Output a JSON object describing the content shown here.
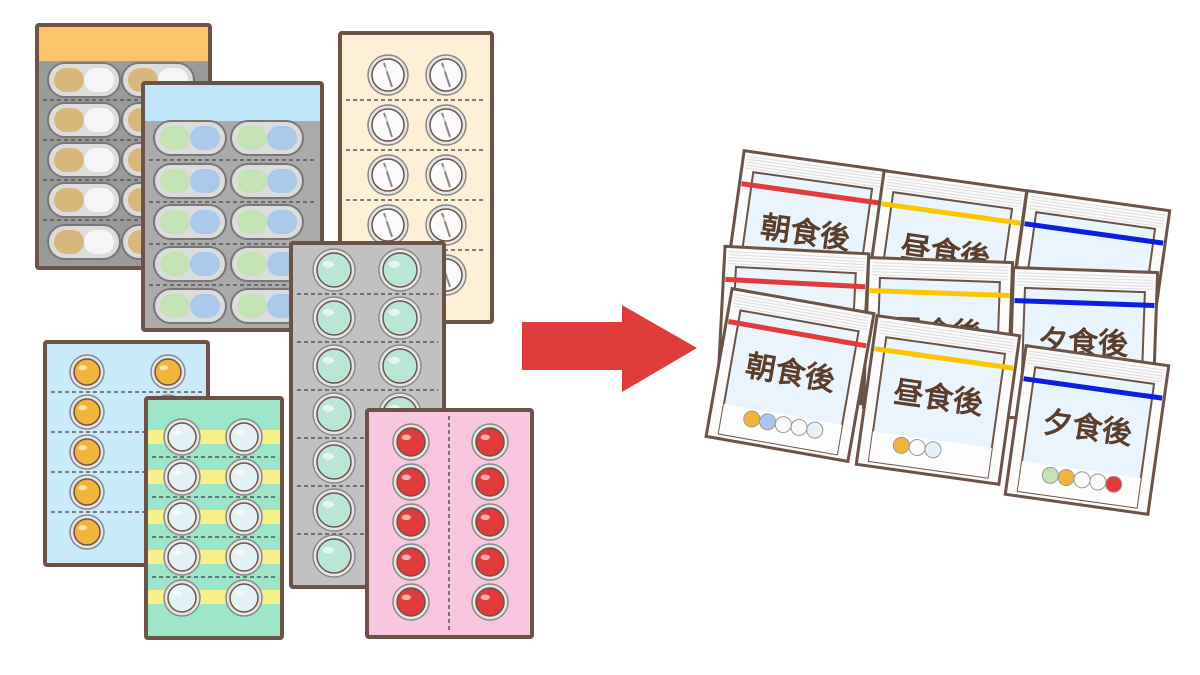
{
  "bags": {
    "breakfast": "朝食後",
    "lunch": "昼食後",
    "dinner": "夕食後"
  },
  "colors": {
    "outline": "#6b5347",
    "arrow": "#e03c3c",
    "breakfast_line": "#e23b3b",
    "lunch_line": "#fbc500",
    "dinner_line": "#0a1fe0",
    "bag_fill": "#eaf4fc"
  }
}
